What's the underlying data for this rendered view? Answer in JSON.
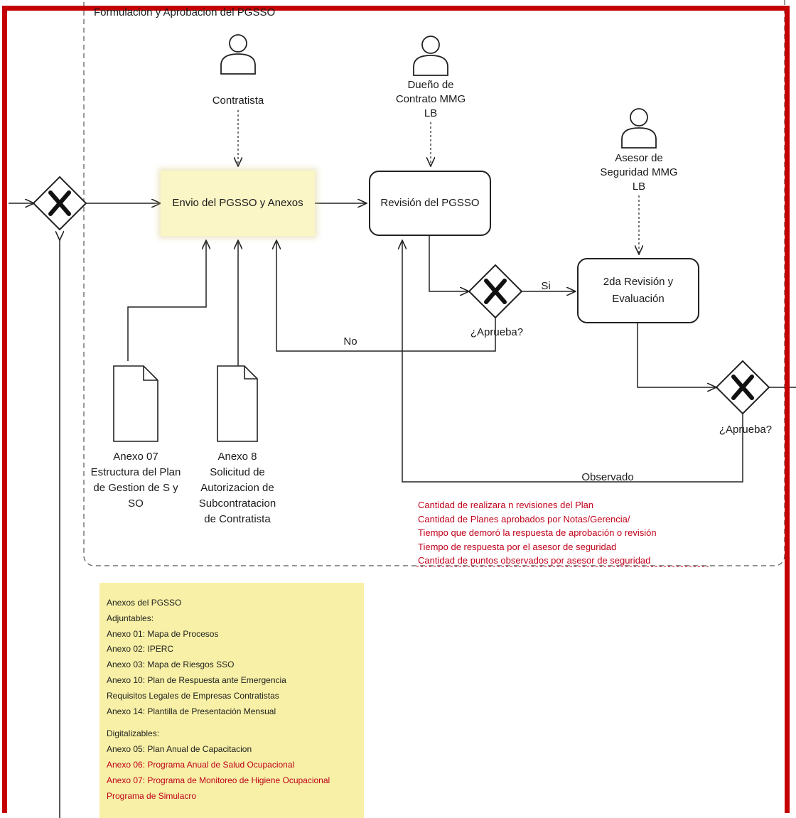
{
  "pool": {
    "title": "Formulacion y Aprobacion del PGSSO"
  },
  "actors": {
    "contratista": "Contratista",
    "dueno_contrato": [
      "Dueño de",
      "Contrato MMG",
      "LB"
    ],
    "asesor": [
      "Asesor de",
      "Seguridad MMG",
      "LB"
    ]
  },
  "tasks": {
    "envio": "Envio del PGSSO y Anexos",
    "revision": "Revisión del PGSSO",
    "segunda_revision": [
      "2da Revisión y",
      "Evaluación"
    ]
  },
  "gateways": {
    "aprueba_1": "¿Aprueba?",
    "aprueba_2": "¿Aprueba?"
  },
  "flow_labels": {
    "si": "Si",
    "no": "No",
    "observado": "Observado"
  },
  "documents": {
    "anexo_07": [
      "Anexo 07",
      "Estructura del Plan",
      "de Gestion de S y",
      "SO"
    ],
    "anexo_08": [
      "Anexo 8",
      "Solicitud de",
      "Autorizacion de",
      "Subcontratacion",
      "de Contratista"
    ]
  },
  "kpis": [
    "Cantidad de realizara n revisiones del Plan",
    "Cantidad de Planes aprobados por Notas/Gerencia/",
    "Tiempo que demoró la respuesta de aprobación o revisión",
    "Tiempo de respuesta por el asesor de seguridad",
    "Cantidad de puntos observados por asesor de seguridad"
  ],
  "note": {
    "title": "Anexos del PGSSO",
    "adjuntables_label": "Adjuntables:",
    "adjuntables": [
      "Anexo 01: Mapa de Procesos",
      "Anexo 02: IPERC",
      "Anexo 03: Mapa de Riesgos SSO",
      "Anexo 10: Plan de Respuesta ante Emergencia",
      "Requisitos Legales de Empresas Contratistas",
      "Anexo 14: Plantilla de Presentación Mensual"
    ],
    "digitalizables_label": "Digitalizables:",
    "digitalizables": [
      {
        "text": "Anexo 05: Plan Anual de Capacitacion",
        "color": "#222222"
      },
      {
        "text": "Anexo 06: Programa Anual de Salud Ocupacional",
        "color": "#c0001a"
      },
      {
        "text": "Anexo 07: Programa de Monitoreo de Higiene Ocupacional",
        "color": "#c0001a"
      },
      {
        "text": "Programa de Simulacro",
        "color": "#c0001a"
      }
    ]
  },
  "colors": {
    "frame": "#c40000",
    "task_highlight": "#fbf6c6",
    "note": "#f7f0a6",
    "kpi_text": "#c0001a"
  }
}
